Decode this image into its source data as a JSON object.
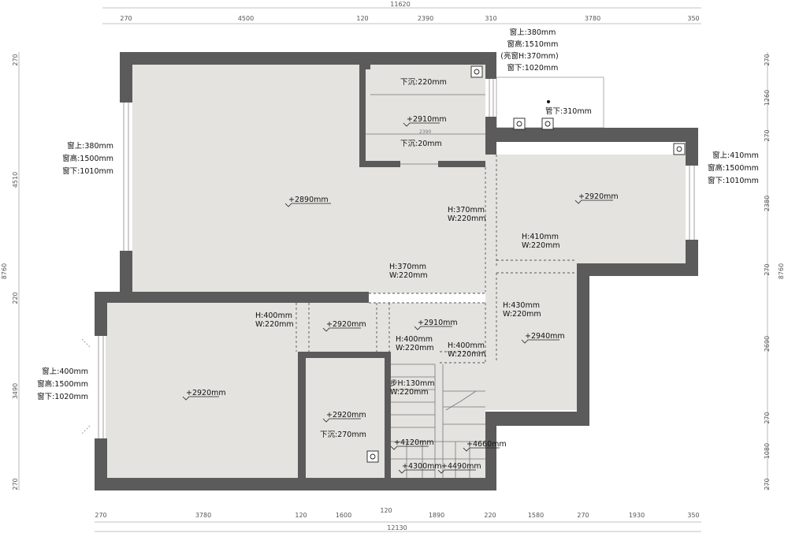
{
  "dimensions": {
    "top_total": "11620",
    "top_segments": [
      "270",
      "4500",
      "120",
      "2390",
      "310",
      "3780",
      "350"
    ],
    "bottom_total": "12130",
    "bottom_segments": [
      "270",
      "3780",
      "120",
      "1600",
      "120",
      "1890",
      "220",
      "1580",
      "270",
      "1930",
      "350"
    ],
    "left_total": "8760",
    "left_segments": [
      "270",
      "4510",
      "220",
      "3490",
      "270"
    ],
    "right_total": "8760",
    "right_segments": [
      "270",
      "1260",
      "270",
      "2380",
      "270",
      "2690",
      "270",
      "1080",
      "270"
    ]
  },
  "windows": {
    "left_upper": [
      "窗上:380mm",
      "窗高:1500mm",
      "窗下:1010mm"
    ],
    "left_lower": [
      "窗上:400mm",
      "窗高:1500mm",
      "窗下:1020mm"
    ],
    "right": [
      "窗上:410mm",
      "窗高:1500mm",
      "窗下:1010mm"
    ],
    "top": [
      "窗上:380mm",
      "窗高:1510mm",
      "(亮窗H:370mm)",
      "窗下:1020mm"
    ]
  },
  "labels": {
    "sink_220": "下沉:220mm",
    "sink_20": "下沉:20mm",
    "sink_270": "下沉:270mm",
    "pipe": "管下:310mm",
    "small_2390": "2390",
    "beam_a": [
      "H:370mm",
      "W:220mm"
    ],
    "beam_b": [
      "H:370mm",
      "W:220mm"
    ],
    "beam_c": [
      "H:410mm",
      "W:220mm"
    ],
    "beam_d": [
      "H:430mm",
      "W:220mm"
    ],
    "beam_e": [
      "H:400mm",
      "W:220mm"
    ],
    "beam_f": [
      "H:400mm",
      "W:220mm"
    ],
    "beam_g": [
      "H:400mm",
      "W:220mm"
    ],
    "step": [
      "步H:130mm",
      "W:220mm"
    ]
  },
  "elevations": {
    "main": "+2890mm",
    "bath": "+2910mm",
    "right_room": "+2920mm",
    "corridor_right": "+2940mm",
    "left_room": "+2920mm",
    "mid_a": "+2920mm",
    "mid_b": "+2910mm",
    "inner_room": "+2920mm",
    "stair_1": "+4120mm",
    "stair_2": "+4660mm",
    "stair_3": "+4300mm",
    "stair_4": "+4490mm"
  }
}
